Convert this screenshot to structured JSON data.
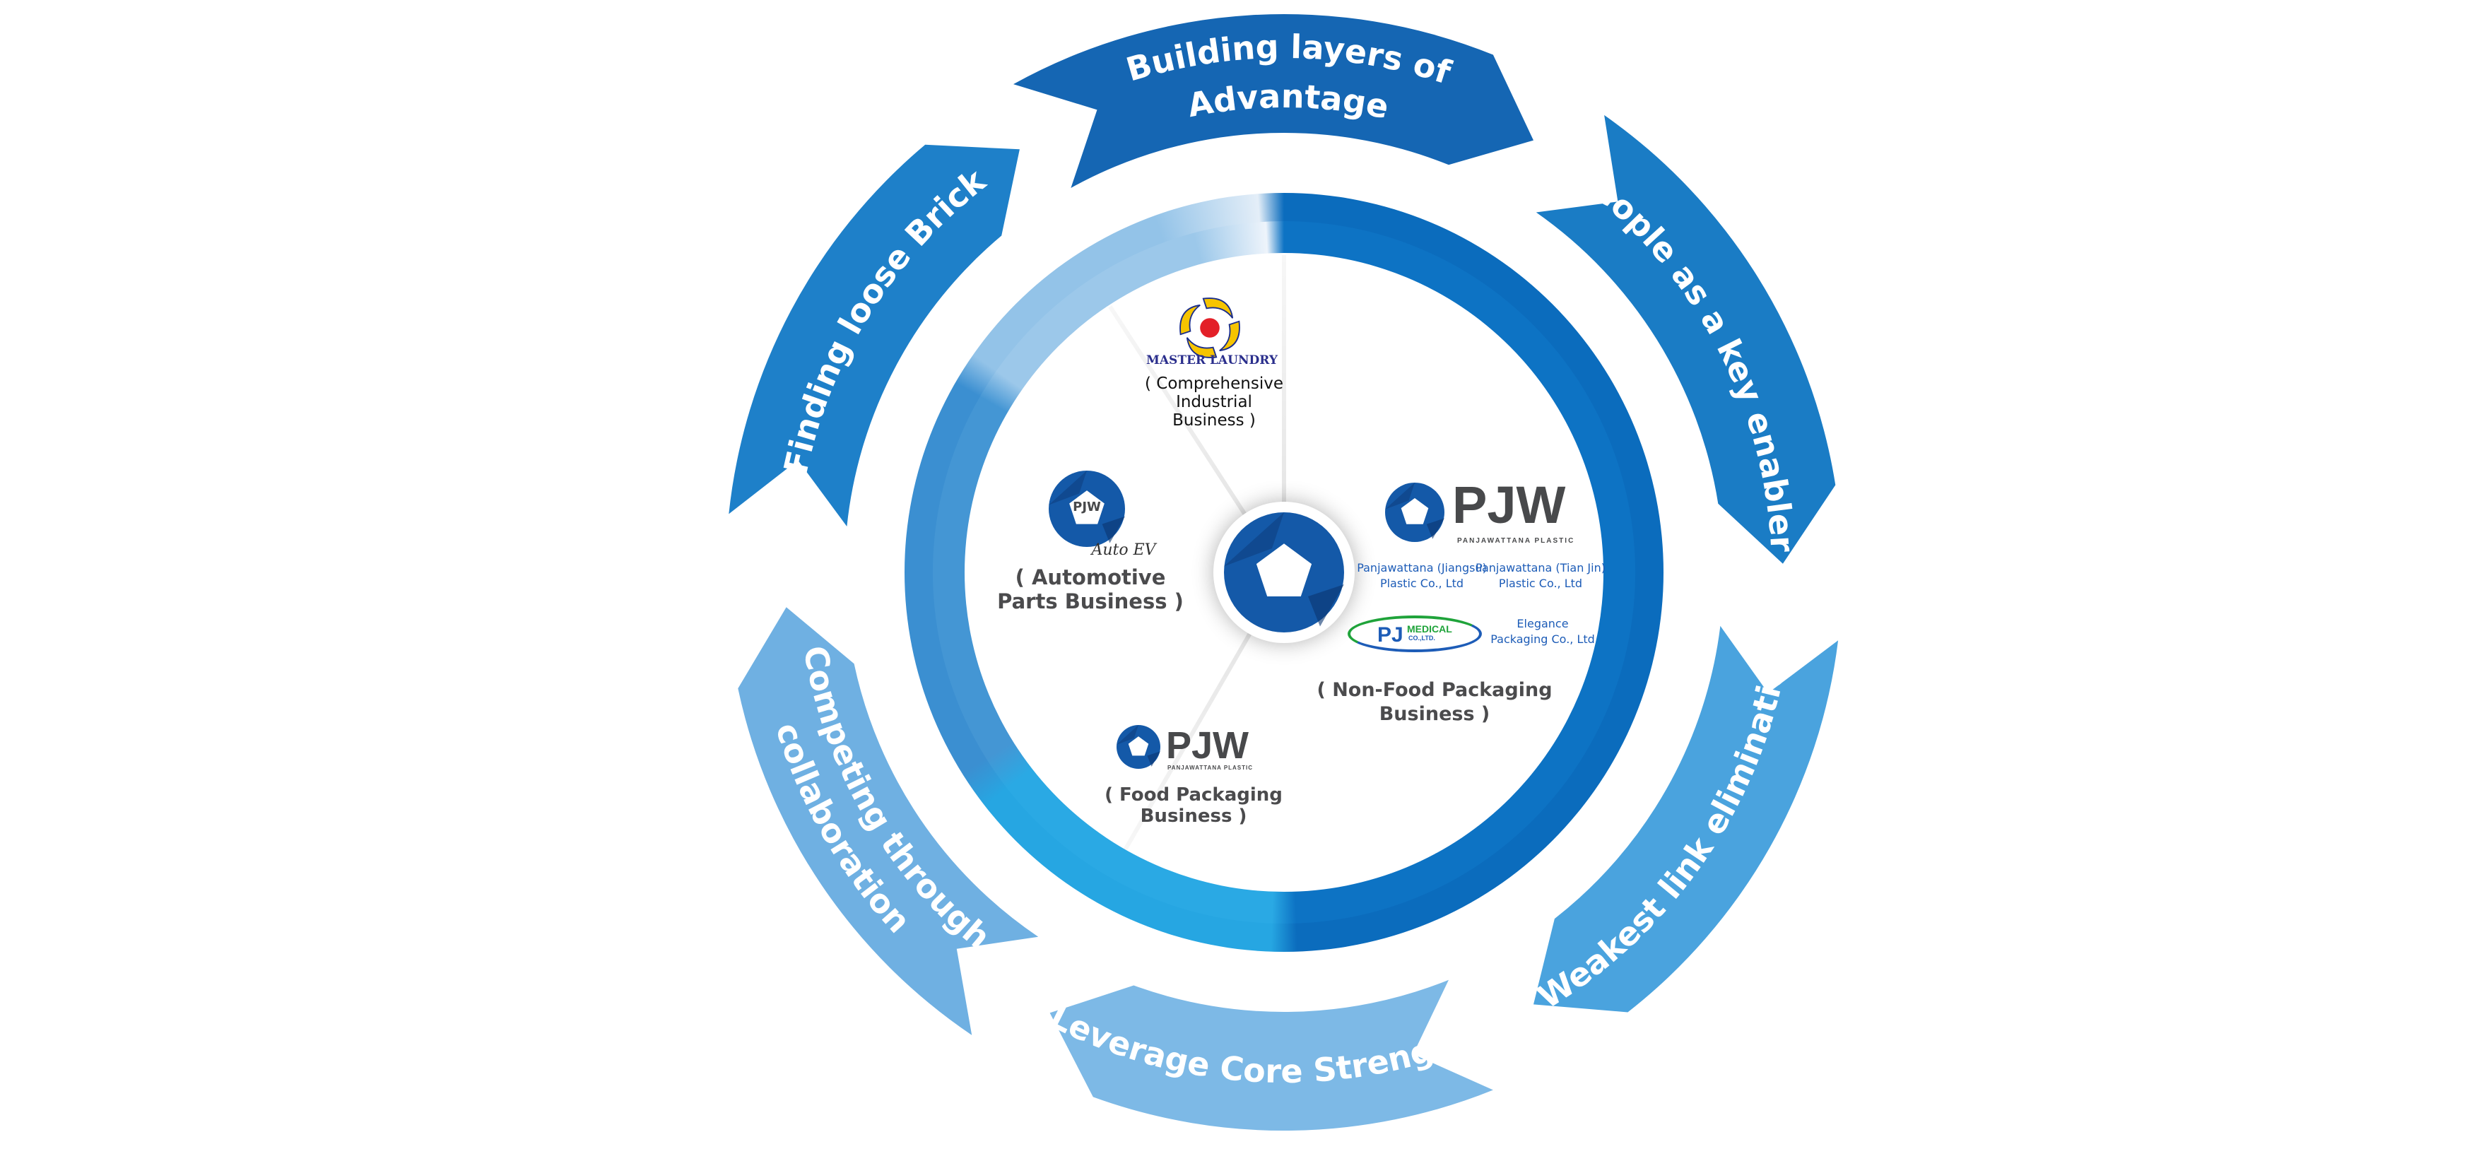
{
  "cycle": {
    "segments": [
      {
        "lines": [
          "Building layers of",
          "Advantage"
        ],
        "color": "#1566b3"
      },
      {
        "lines": [
          "People as a key enabler"
        ],
        "color": "#1a7cc5"
      },
      {
        "lines": [
          "Weakest link elimination"
        ],
        "color": "#4aa3de"
      },
      {
        "lines": [
          "Leverage Core Strength"
        ],
        "color": "#7db9e6"
      },
      {
        "lines": [
          "Competing through",
          "collaboration"
        ],
        "color": "#6fb0e2"
      },
      {
        "lines": [
          "Finding loose Brick"
        ],
        "color": "#1e80c9"
      }
    ]
  },
  "businesses": {
    "industrial": {
      "logo_text": "MASTER LAUNDRY",
      "label_lines": [
        "( Comprehensive",
        "Industrial",
        "Business )"
      ]
    },
    "automotive": {
      "logo_text": "PJW",
      "script_text": "Auto EV",
      "label_lines": [
        "( Automotive",
        "Parts Business )"
      ]
    },
    "food": {
      "logo_text": "PJW",
      "logo_subtext": "PANJAWATTANA PLASTIC",
      "label_lines": [
        "( Food Packaging",
        "Business )"
      ]
    },
    "non_food": {
      "logo_text": "PJW",
      "logo_subtext": "PANJAWATTANA PLASTIC",
      "companies": [
        {
          "lines": [
            "Panjawattana (Jiangsu)",
            "Plastic Co., Ltd"
          ]
        },
        {
          "lines": [
            "Panjawattana (Tian Jin)",
            "Plastic Co., Ltd"
          ]
        },
        {
          "lines": [
            "Elegance",
            "Packaging Co., Ltd"
          ]
        }
      ],
      "medical_logo": {
        "main": "PJ",
        "medical": "MEDICAL",
        "suffix": "CO.,LTD."
      },
      "label_lines": [
        "( Non-Food Packaging",
        "Business )"
      ]
    }
  },
  "colors": {
    "brand_blue": "#1459a8",
    "text_gray": "#4b4b4d",
    "company_blue": "#1d5cb7",
    "medical_green": "#1fa33a"
  }
}
